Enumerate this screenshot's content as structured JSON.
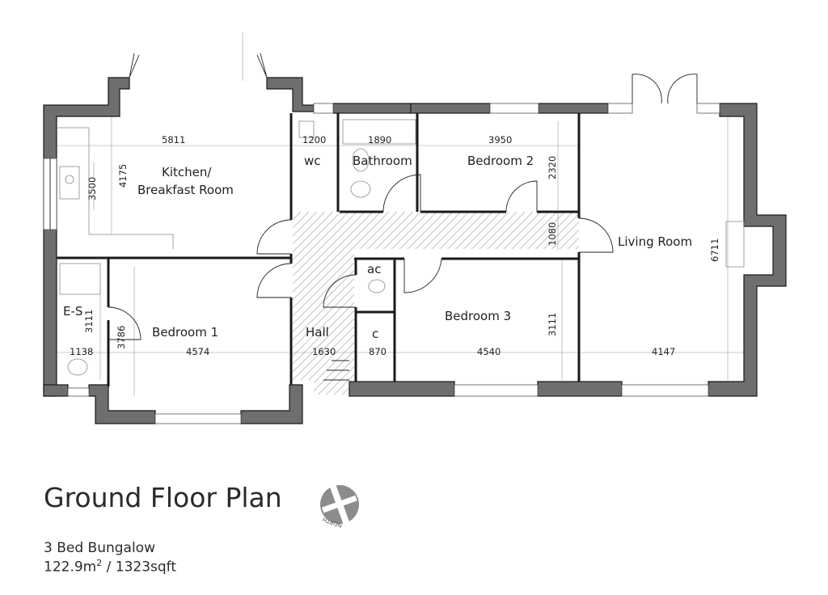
{
  "plan": {
    "rooms": {
      "kitchen_line1": "Kitchen/",
      "kitchen_line2": "Breakfast Room",
      "wc": "wc",
      "bathroom": "Bathroom",
      "bedroom2": "Bedroom 2",
      "living": "Living Room",
      "ac": "ac",
      "c": "c",
      "es": "E-S",
      "bedroom1": "Bedroom 1",
      "hall": "Hall",
      "bedroom3": "Bedroom 3"
    },
    "dimensions": {
      "kitchen_width": "5811",
      "kitchen_depth": "4175",
      "kitchen_worktop": "3500",
      "wc_width": "1200",
      "bath_width": "1890",
      "bed2_width": "3950",
      "bed2_depth": "2320",
      "corridor_depth": "1080",
      "living_depth": "6711",
      "living_width": "4147",
      "es_depth": "3111",
      "es_width": "1138",
      "bed1_depth": "3786",
      "bed1_width": "4574",
      "hall_width": "1630",
      "c_width": "870",
      "bed3_width": "4540",
      "bed3_depth": "3111"
    }
  },
  "footer": {
    "title": "Ground Floor Plan",
    "subtitle": "3 Bed Bungalow",
    "area_value": "122.9m",
    "area_exp": "2",
    "area_suffix": " / 1323sqft"
  },
  "compass": {
    "label": "NORTH"
  }
}
